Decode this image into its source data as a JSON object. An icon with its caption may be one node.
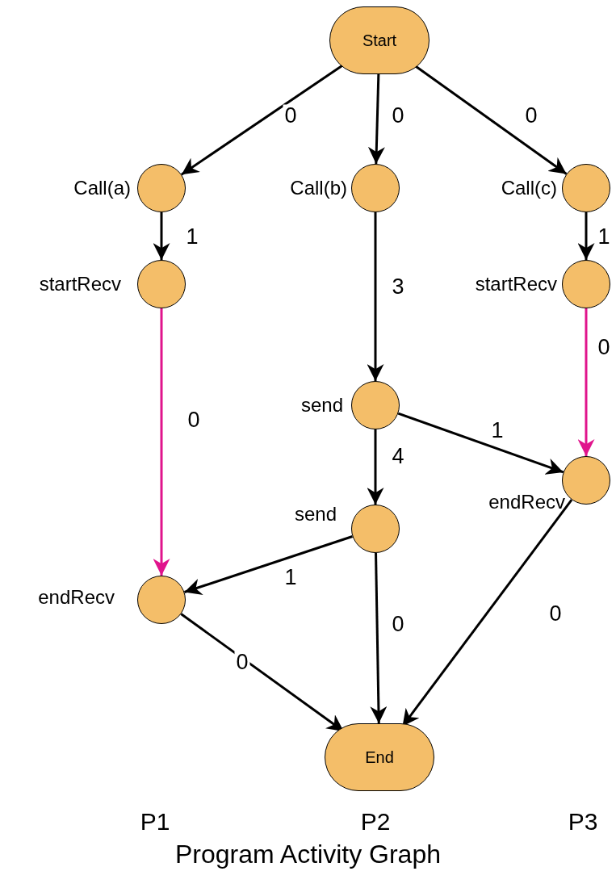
{
  "diagram": {
    "caption": "Program Activity Graph",
    "nodes": [
      {
        "text": [
          "Start"
        ]
      },
      {
        "text": [],
        "shape": "circle",
        "beside": [
          "Call(a)"
        ]
      },
      {
        "text": [],
        "shape": "circle",
        "beside": [
          "Call(b)"
        ]
      },
      {
        "text": [],
        "shape": "circle",
        "beside": [
          "Call(c)"
        ]
      },
      {
        "text": [],
        "shape": "circle",
        "beside": [
          "startRecv"
        ]
      },
      {
        "text": [],
        "shape": "circle",
        "beside": [
          "startRecv"
        ]
      },
      {
        "text": [],
        "shape": "circle",
        "beside": [
          "send"
        ]
      },
      {
        "text": [],
        "shape": "circle",
        "beside": [
          "endRecv"
        ]
      },
      {
        "text": [],
        "shape": "circle",
        "beside": [
          "send"
        ]
      },
      {
        "text": [],
        "shape": "circle",
        "beside": [
          "endRecv"
        ]
      },
      {
        "text": [
          "End"
        ]
      }
    ],
    "edges": [
      {
        "from": 0,
        "to": 1,
        "arrow": "to",
        "label": "0"
      },
      {
        "from": 0,
        "to": 2,
        "arrow": "to",
        "label": "0"
      },
      {
        "from": 0,
        "to": 3,
        "arrow": "to",
        "label": "0"
      },
      {
        "from": 1,
        "to": 4,
        "arrow": "to",
        "label": "1"
      },
      {
        "from": 2,
        "to": 6,
        "arrow": "to",
        "label": "3"
      },
      {
        "from": 3,
        "to": 5,
        "arrow": "to",
        "label": "1"
      },
      {
        "from": 4,
        "to": 9,
        "arrow": "to",
        "label": "0",
        "color": "#e0148c"
      },
      {
        "from": 5,
        "to": 7,
        "arrow": "to",
        "label": "0",
        "color": "#e0148c"
      },
      {
        "from": 6,
        "to": 7,
        "arrow": "to",
        "label": "1"
      },
      {
        "from": 6,
        "to": 8,
        "arrow": "to",
        "label": "4"
      },
      {
        "from": 8,
        "to": 9,
        "arrow": "to",
        "label": "1"
      },
      {
        "from": 8,
        "to": 10,
        "arrow": "to",
        "label": "0"
      },
      {
        "from": 9,
        "to": 10,
        "arrow": "to",
        "label": "0"
      },
      {
        "from": 7,
        "to": 10,
        "arrow": "to",
        "label": "0"
      }
    ],
    "labels": [
      "P1",
      "P2",
      "P3"
    ]
  }
}
